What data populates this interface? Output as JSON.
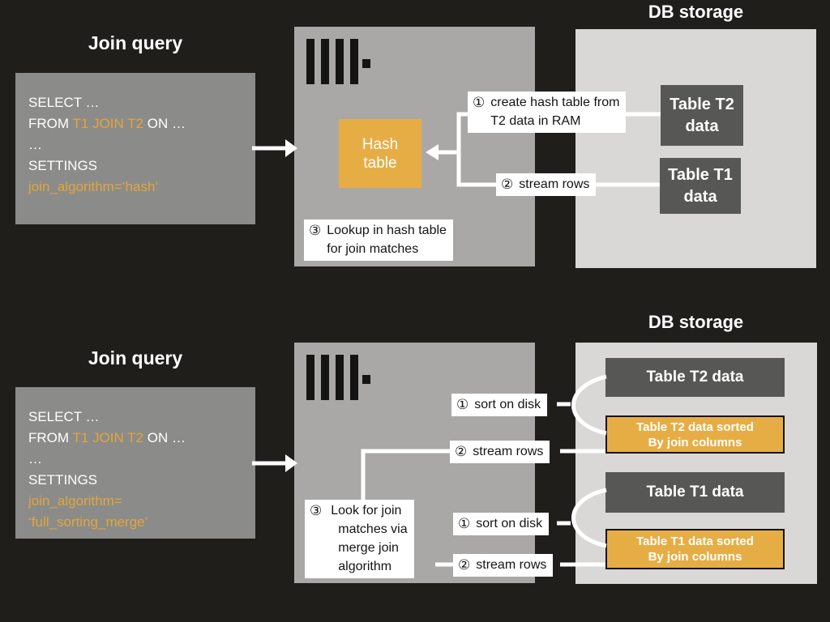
{
  "colors": {
    "background": "#1f1e1a",
    "query_box_gray": "#8b8b89",
    "server_box_gray": "#a9a8a6",
    "db_storage_gray": "#d9d8d6",
    "table_box_dark": "#575755",
    "accent_orange": "#e7ad45",
    "sql_accent_orange": "#e2a63c",
    "connector_white": "#ffffff",
    "label_text": "#141414"
  },
  "top": {
    "join_query_title": "Join query",
    "sql": {
      "line1": "SELECT …",
      "line2_pre": "FROM ",
      "line2_accent": "T1 JOIN T2",
      "line2_post": " ON …",
      "line3": "…",
      "line4": "SETTINGS",
      "line5": "join_algorithm=‘hash’"
    },
    "hash_table": {
      "line1": "Hash",
      "line2": "table"
    },
    "step1": {
      "num": "①",
      "line1": "create hash table from",
      "line2": "T2 data in RAM"
    },
    "step2": {
      "num": "②",
      "text": "stream rows"
    },
    "step3": {
      "num": "③",
      "line1": "Lookup in hash table",
      "line2": "for join matches"
    },
    "db_title": "DB storage",
    "table_t2": {
      "line1": "Table T2",
      "line2": "data"
    },
    "table_t1": {
      "line1": "Table T1",
      "line2": "data"
    }
  },
  "bottom": {
    "join_query_title": "Join query",
    "sql": {
      "line1": "SELECT …",
      "line2_pre": "FROM ",
      "line2_accent": "T1 JOIN T2",
      "line2_post": " ON …",
      "line3": "…",
      "line4": "SETTINGS",
      "line5": "join_algorithm=",
      "line6": "‘full_sorting_merge’"
    },
    "sort_t2": {
      "num": "①",
      "text": "sort on disk"
    },
    "stream_t2": {
      "num": "②",
      "text": "stream rows"
    },
    "step3": {
      "num": "③",
      "line1": "Look for join",
      "line2": "matches via",
      "line3": "merge join",
      "line4": "algorithm"
    },
    "sort_t1": {
      "num": "①",
      "text": "sort on disk"
    },
    "stream_t1": {
      "num": "②",
      "text": "stream rows"
    },
    "db_title": "DB storage",
    "table_t2": "Table T2 data",
    "table_t2_sorted": {
      "line1": "Table T2 data sorted",
      "line2": "By join columns"
    },
    "table_t1": "Table T1 data",
    "table_t1_sorted": {
      "line1": "Table T1 data sorted",
      "line2": "By join columns"
    }
  }
}
